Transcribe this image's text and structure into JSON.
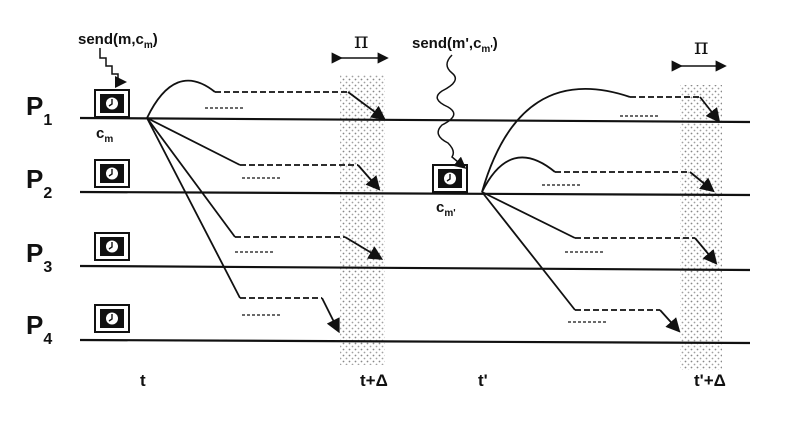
{
  "processes": [
    {
      "label": "P",
      "sub": "1"
    },
    {
      "label": "P",
      "sub": "2"
    },
    {
      "label": "P",
      "sub": "3"
    },
    {
      "label": "P",
      "sub": "4"
    }
  ],
  "send1": {
    "text": "send(m,c",
    "sub": "m",
    "close": ")"
  },
  "send2": {
    "text": "send(m',c",
    "sub": "m'",
    "close": ")"
  },
  "clock1_label": {
    "text": "c",
    "sub": "m"
  },
  "clock2_label": {
    "text": "c",
    "sub": "m'"
  },
  "pi": "π",
  "time_labels": {
    "t": "t",
    "t_delta": "t+Δ",
    "t_prime": "t'",
    "t_prime_delta": "t'+Δ"
  }
}
